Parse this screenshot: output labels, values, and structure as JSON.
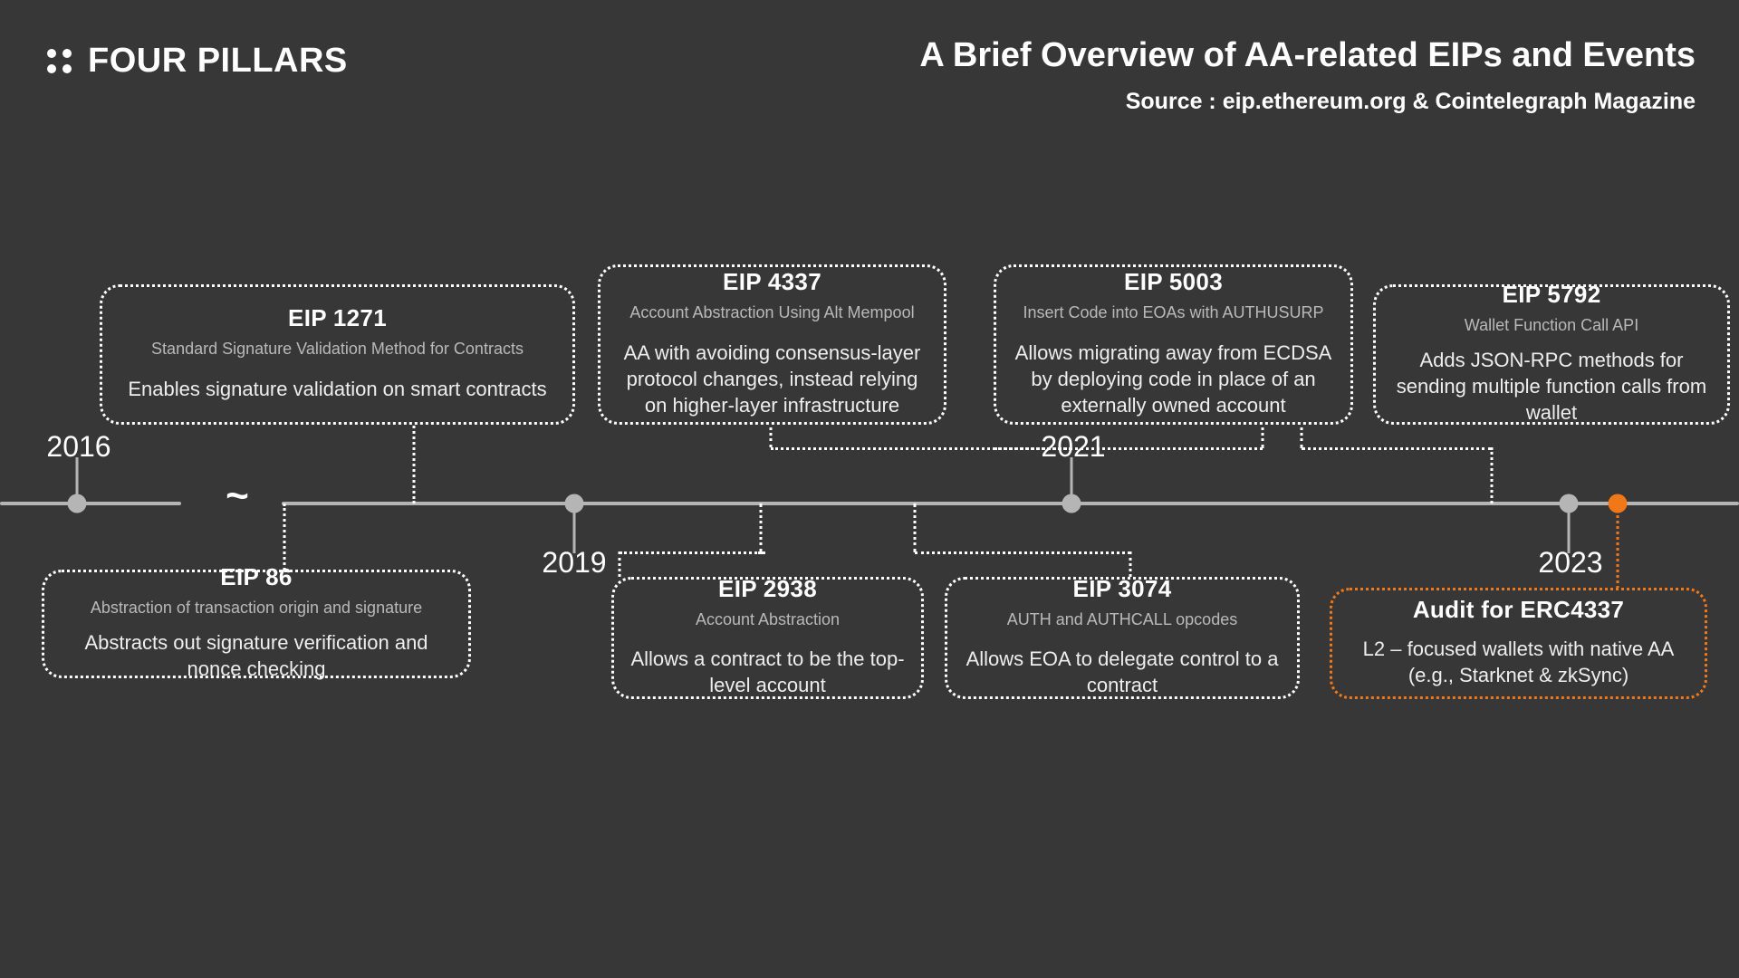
{
  "brand": {
    "name": "FOUR PILLARS",
    "logo_icon": "four-dots-icon"
  },
  "header": {
    "title": "A Brief Overview of AA-related EIPs and Events",
    "source": "Source : eip.ethereum.org & Cointelegraph Magazine"
  },
  "timeline": {
    "break_symbol": "~",
    "axis_color": "#b5b5b5",
    "accent_color": "#f07818",
    "years": [
      {
        "label": "2016",
        "position": "above"
      },
      {
        "label": "2019",
        "position": "below"
      },
      {
        "label": "2021",
        "position": "above"
      },
      {
        "label": "2023",
        "position": "below"
      }
    ]
  },
  "cards": {
    "eip1271": {
      "title": "EIP 1271",
      "subtitle": "Standard Signature Validation Method for Contracts",
      "description": "Enables signature validation on smart contracts"
    },
    "eip4337": {
      "title": "EIP 4337",
      "subtitle": "Account Abstraction Using Alt Mempool",
      "description": "AA with avoiding consensus-layer protocol changes, instead relying on higher-layer infrastructure"
    },
    "eip5003": {
      "title": "EIP 5003",
      "subtitle": "Insert Code into EOAs with AUTHUSURP",
      "description": "Allows migrating away from ECDSA by deploying code in place of an externally owned account"
    },
    "eip5792": {
      "title": "EIP 5792",
      "subtitle": "Wallet Function Call API",
      "description": "Adds JSON-RPC methods for sending multiple function calls from wallet"
    },
    "eip86": {
      "title": "EIP 86",
      "subtitle": "Abstraction of transaction origin and signature",
      "description": "Abstracts out signature verification and nonce checking"
    },
    "eip2938": {
      "title": "EIP 2938",
      "subtitle": "Account Abstraction",
      "description": "Allows a contract to be the top-level account"
    },
    "eip3074": {
      "title": "EIP 3074",
      "subtitle": "AUTH and AUTHCALL opcodes",
      "description": "Allows EOA to delegate control to a contract"
    },
    "audit4337": {
      "title": "Audit for ERC4337",
      "subtitle": "",
      "description": "L2 – focused wallets with native AA (e.g., Starknet & zkSync)"
    }
  }
}
